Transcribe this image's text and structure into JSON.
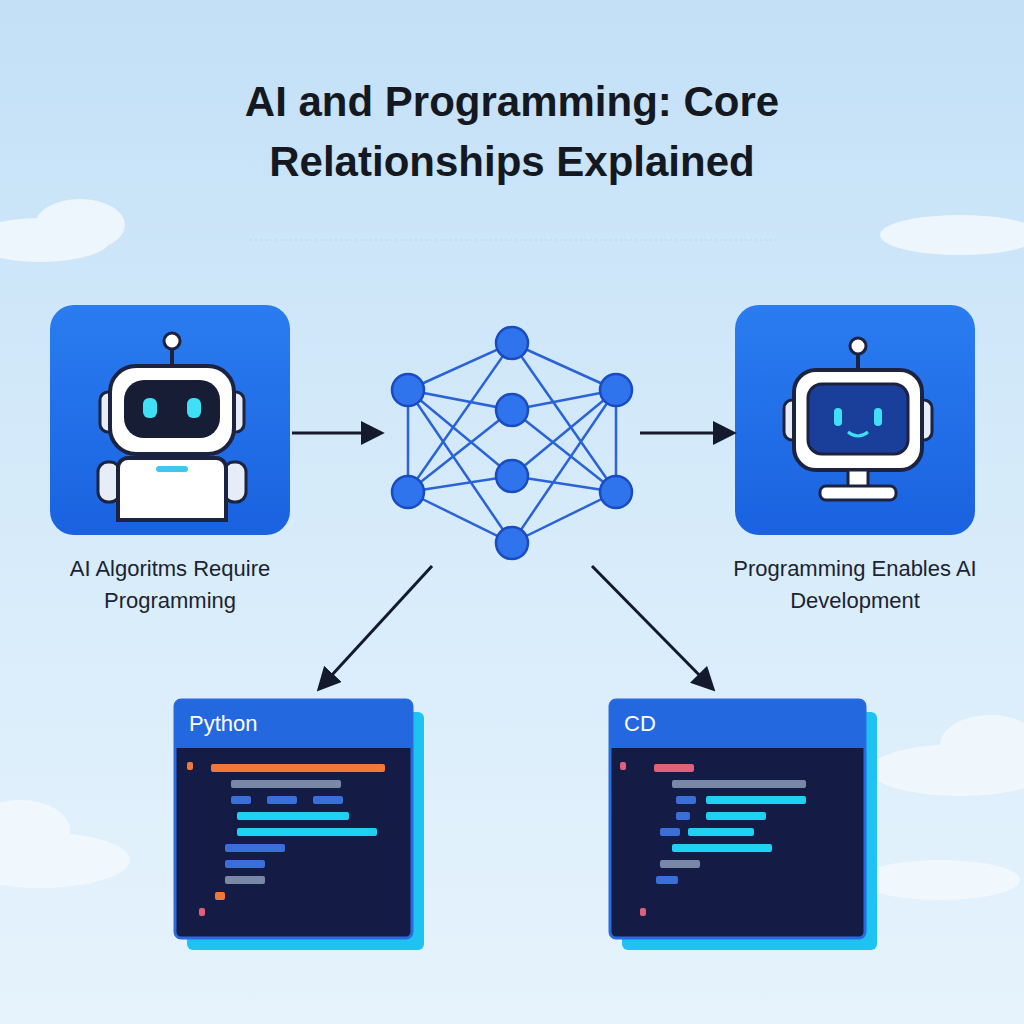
{
  "diagram": {
    "title": "AI and Programming: Core Relationships Explained",
    "nodes": [
      {
        "text": [
          "AI Algoritms Require Programming"
        ]
      },
      {
        "text": [
          "Programming Enables AI Development"
        ]
      },
      {
        "text": [
          "Python"
        ]
      },
      {
        "text": [
          "CD"
        ]
      }
    ]
  }
}
